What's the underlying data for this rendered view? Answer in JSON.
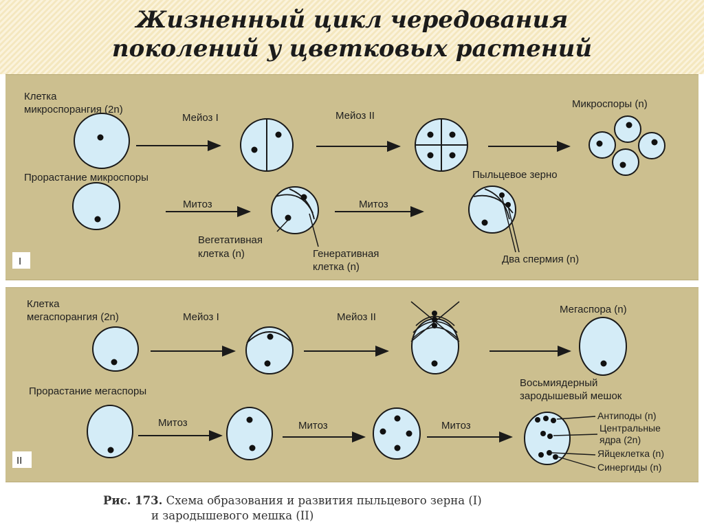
{
  "title": {
    "line1": "Жизненный цикл чередования",
    "line2": "поколений у цветковых растений"
  },
  "panel1": {
    "roman": "I",
    "labels": {
      "cell_line1": "Клетка",
      "cell_line2": "микроспорангия (2n)",
      "meiosis1": "Мейоз I",
      "meiosis2": "Мейоз II",
      "microspores": "Микроспоры (n)",
      "germination": "Прорастание микроспоры",
      "mitosis_a": "Митоз",
      "mitosis_b": "Митоз",
      "pollen_grain": "Пыльцевое зерно",
      "vegetative_line1": "Вегетативная",
      "vegetative_line2": "клетка (n)",
      "generative_line1": "Генеративная",
      "generative_line2": "клетка (n)",
      "two_sperm": "Два спермия (n)"
    }
  },
  "panel2": {
    "roman": "II",
    "labels": {
      "cell_line1": "Клетка",
      "cell_line2": "мегаспорангия (2n)",
      "meiosis1": "Мейоз I",
      "meiosis2": "Мейоз II",
      "megaspore": "Мегаспора (n)",
      "germination": "Прорастание мегаспоры",
      "mitosis_a": "Митоз",
      "mitosis_b": "Митоз",
      "mitosis_c": "Митоз",
      "sac_line1": "Восьмиядерный",
      "sac_line2": "зародышевый мешок",
      "antipodes": "Антиподы (n)",
      "central_line1": "Центральные",
      "central_line2": "ядра (2n)",
      "egg": "Яйцеклетка (n)",
      "synergids": "Синергиды (n)"
    }
  },
  "caption": {
    "figure": "Рис. 173.",
    "line1": "Схема образования и развития пыльцевого зерна (I)",
    "line2": "и зародышевого мешка (II)"
  },
  "colors": {
    "panel_bg": "#ccbf8f",
    "cell_fill": "#d4ecf7",
    "outline": "#1a1a1a"
  }
}
